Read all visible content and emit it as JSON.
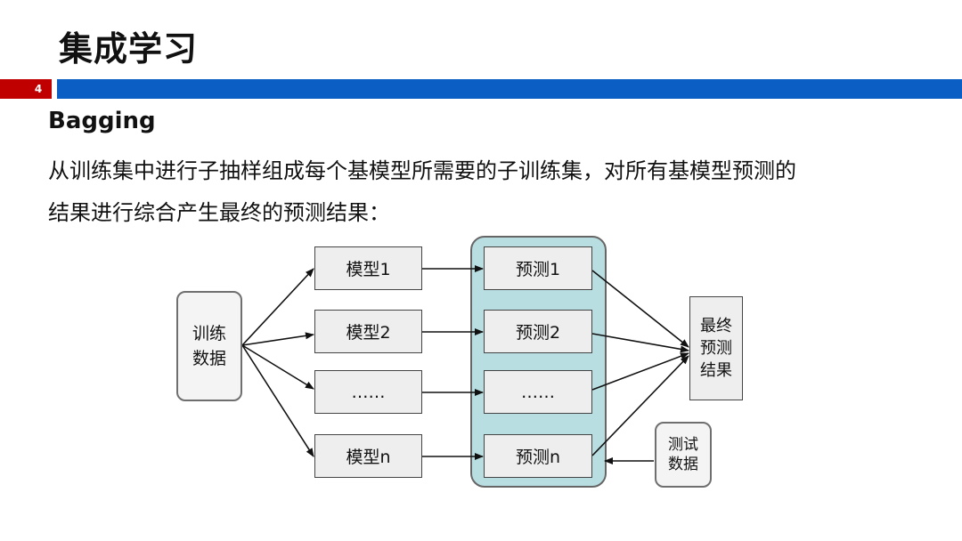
{
  "slide": {
    "title": "集成学习",
    "page_number": "4",
    "subtitle": "Bagging",
    "paragraph_line1": "从训练集中进行子抽样组成每个基模型所需要的子训练集，对所有基模型预测的",
    "paragraph_line2": "结果进行综合产生最终的预测结果："
  },
  "diagram": {
    "training_data": [
      "训练",
      "数据"
    ],
    "models": [
      "模型1",
      "模型2",
      "……",
      "模型n"
    ],
    "predictions": [
      "预测1",
      "预测2",
      "……",
      "预测n"
    ],
    "final_result": [
      "最终",
      "预测",
      "结果"
    ],
    "test_data": [
      "测试",
      "数据"
    ]
  },
  "colors": {
    "red_bar": "#c00000",
    "blue_bar": "#0b5fc4",
    "prediction_panel": "#b9dee2"
  }
}
